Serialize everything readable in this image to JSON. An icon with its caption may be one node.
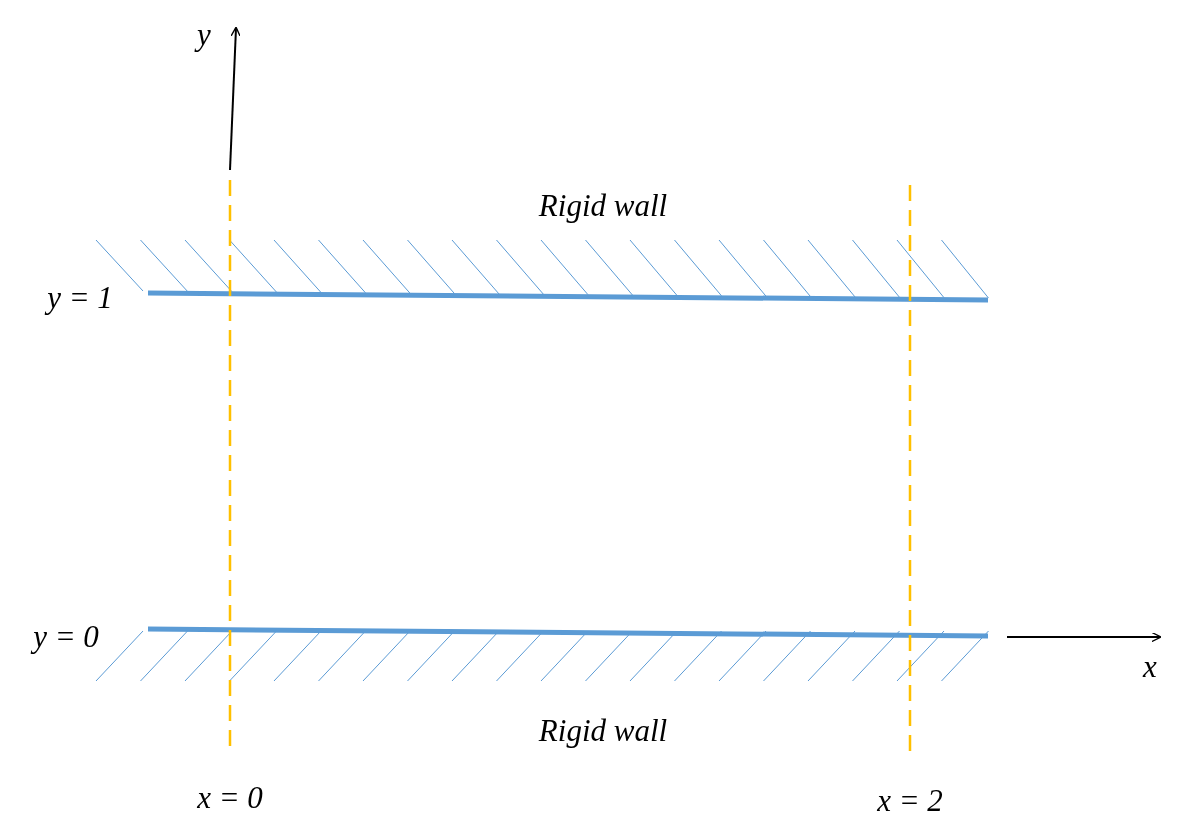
{
  "diagram": {
    "labels": [
      "y",
      "Rigid wall",
      "y = 1",
      "y = 0",
      "x",
      "Rigid wall",
      "x = 0",
      "x = 2"
    ]
  }
}
